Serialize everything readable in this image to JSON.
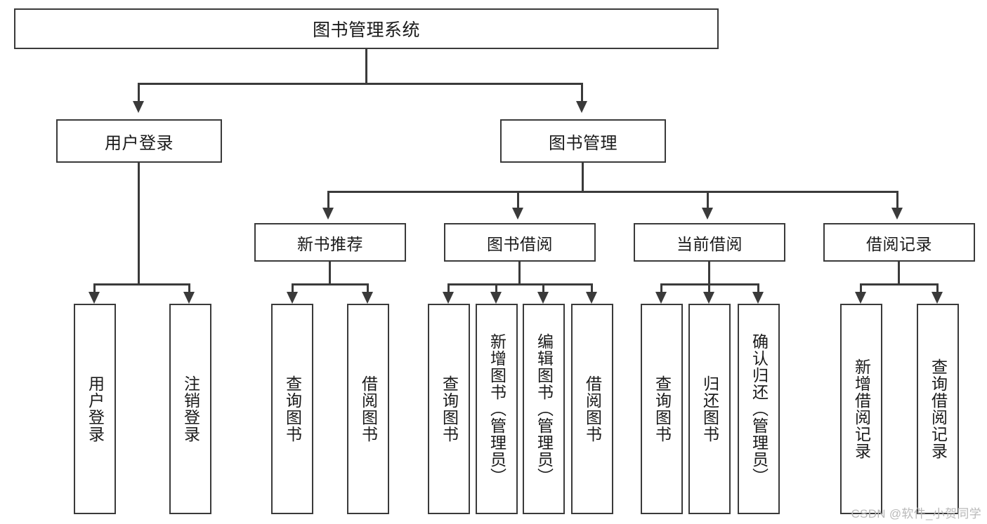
{
  "diagram": {
    "type": "tree",
    "title": "图书管理系统",
    "watermark": "CSDN @软件_小贺同学",
    "line_color": "#3a3a3a",
    "box_fill": "#ffffff",
    "text_color": "#1a1a1a",
    "watermark_color": "#b9b9b9",
    "root": {
      "label": "图书管理系统"
    },
    "level1": [
      {
        "label": "用户登录"
      },
      {
        "label": "图书管理"
      }
    ],
    "level2": [
      {
        "label": "新书推荐"
      },
      {
        "label": "图书借阅"
      },
      {
        "label": "当前借阅"
      },
      {
        "label": "借阅记录"
      }
    ],
    "leaves": {
      "user_login": [
        {
          "label": "用户登录"
        },
        {
          "label": "注销登录"
        }
      ],
      "new_book_recommend": [
        {
          "label": "查询图书"
        },
        {
          "label": "借阅图书"
        }
      ],
      "book_borrow": [
        {
          "label": "查询图书"
        },
        {
          "label": "新增图书（管理员）"
        },
        {
          "label": "编辑图书（管理员）"
        },
        {
          "label": "借阅图书"
        }
      ],
      "current_borrow": [
        {
          "label": "查询图书"
        },
        {
          "label": "归还图书"
        },
        {
          "label": "确认归还（管理员）"
        }
      ],
      "borrow_record": [
        {
          "label": "新增借阅记录"
        },
        {
          "label": "查询借阅记录"
        }
      ]
    }
  }
}
